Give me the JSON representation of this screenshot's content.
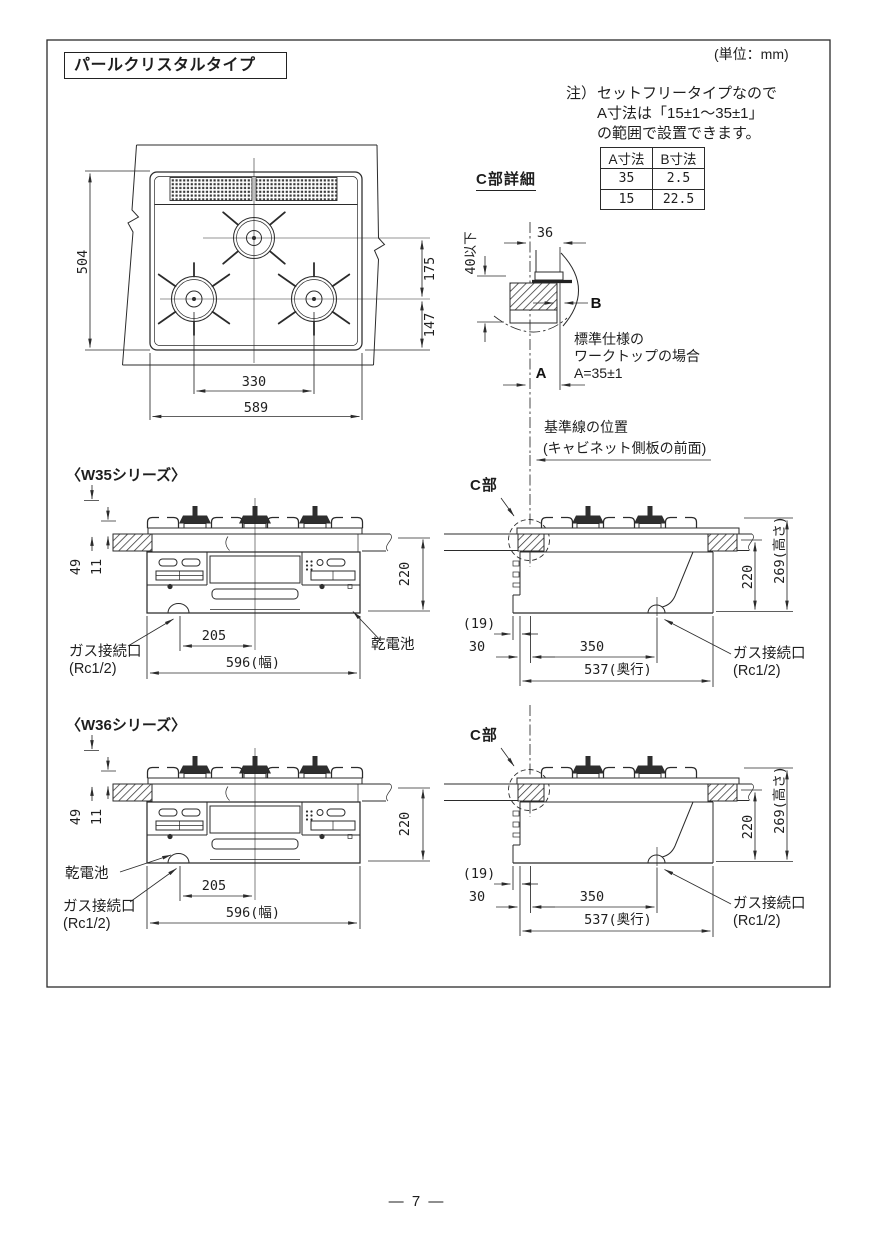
{
  "page": {
    "title": "パールクリスタルタイプ",
    "unit": "(単位：mm)",
    "number": "— 7 —"
  },
  "note": {
    "prefix": "注）",
    "line1": "セットフリータイプなので",
    "line2": "A寸法は「15±1～35±1」",
    "line3": "の範囲で設置できます。"
  },
  "dim_table": {
    "col1": "A寸法",
    "col2": "B寸法",
    "r1c1": "35",
    "r1c2": "2.5",
    "r2c1": "15",
    "r2c2": "22.5"
  },
  "c_detail": {
    "heading": "C部詳細",
    "dim_top": "36",
    "dim_left": "40以下",
    "label_b": "B",
    "label_a": "A",
    "note1": "標準仕様の",
    "note2": "ワークトップの場合",
    "note3": "A=35±1"
  },
  "reference": {
    "line1": "基準線の位置",
    "line2": "(キャビネット側板の前面)"
  },
  "top_view": {
    "d504": "504",
    "d175": "175",
    "d147": "147",
    "d330": "330",
    "d589": "589"
  },
  "series": {
    "w35": "〈W35シリーズ〉",
    "w36": "〈W36シリーズ〉",
    "c_part": "C部"
  },
  "front_dims": {
    "d49": "49",
    "d11": "11",
    "d220": "220",
    "d205": "205",
    "d596": "596(幅)"
  },
  "side_dims": {
    "d220": "220",
    "d269": "269(高さ)",
    "d19": "(19)",
    "d30": "30",
    "d350": "350",
    "d537": "537(奥行)"
  },
  "labels": {
    "gas1": "ガス接続口",
    "gas2": "(Rc1/2)",
    "battery": "乾電池"
  }
}
